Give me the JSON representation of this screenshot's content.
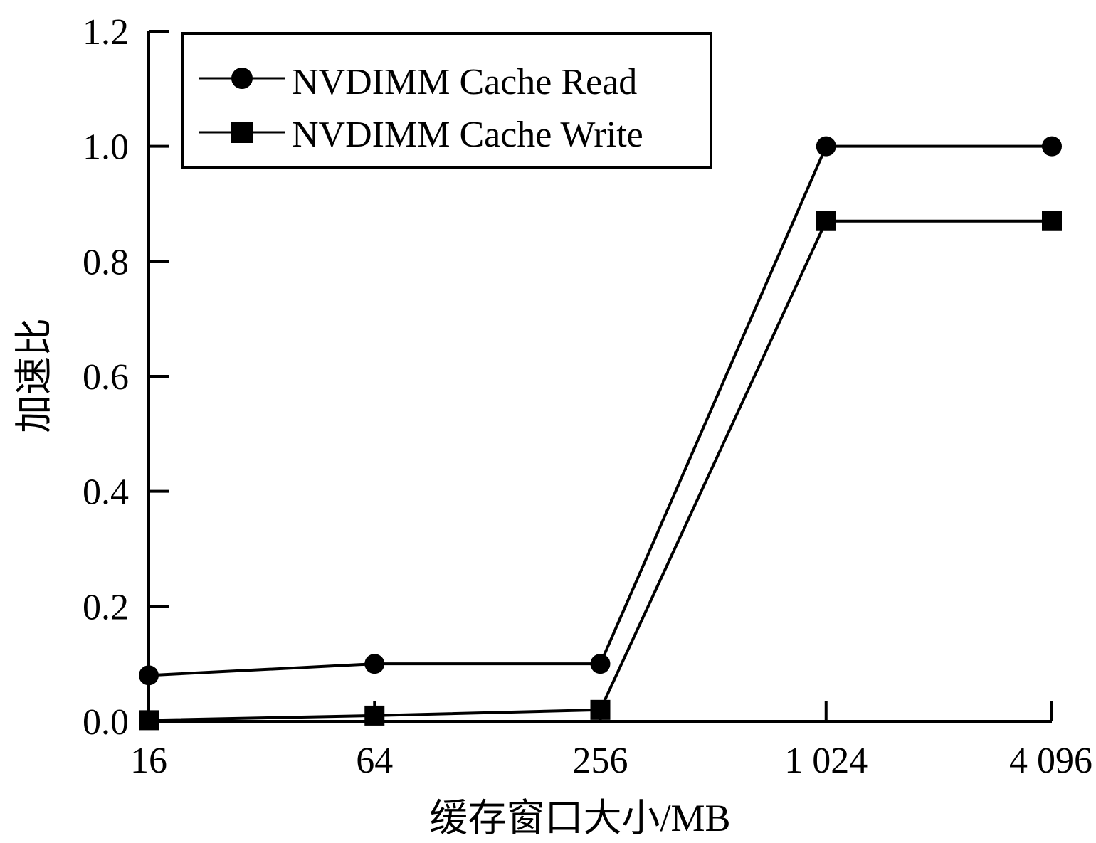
{
  "chart_data": {
    "type": "line",
    "title": "",
    "xlabel": "缓存窗口大小/MB",
    "ylabel": "加速比",
    "categories": [
      "16",
      "64",
      "256",
      "1 024",
      "4 096"
    ],
    "ylim": [
      0,
      1.2
    ],
    "yticks": [
      "0.0",
      "0.2",
      "0.4",
      "0.6",
      "0.8",
      "1.0",
      "1.2"
    ],
    "grid": false,
    "legend_position": "top-left",
    "series": [
      {
        "name": "NVDIMM Cache Read",
        "marker": "circle",
        "color": "#000000",
        "values": [
          0.08,
          0.1,
          0.1,
          1.0,
          1.0
        ]
      },
      {
        "name": "NVDIMM Cache Write",
        "marker": "square",
        "color": "#000000",
        "values": [
          0.002,
          0.01,
          0.02,
          0.87,
          0.87
        ]
      }
    ]
  }
}
